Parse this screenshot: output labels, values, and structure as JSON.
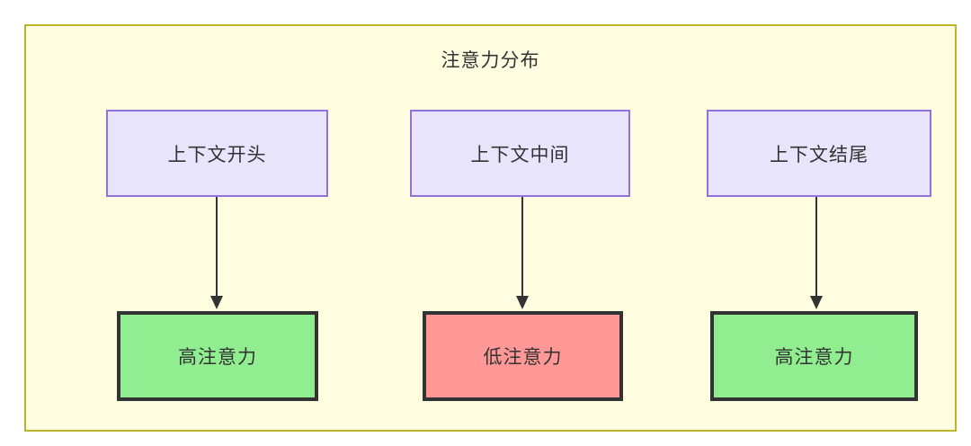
{
  "diagram": {
    "title": "注意力分布",
    "container_fill": "#FFFEE0",
    "container_border": "#BDB429",
    "context_nodes": [
      {
        "id": "ctx-start",
        "label": "上下文开头",
        "fill": "#E7E4FB",
        "border": "#9370DB"
      },
      {
        "id": "ctx-middle",
        "label": "上下文中间",
        "fill": "#E7E4FB",
        "border": "#9370DB"
      },
      {
        "id": "ctx-end",
        "label": "上下文结尾",
        "fill": "#E7E4FB",
        "border": "#9370DB"
      }
    ],
    "attention_nodes": [
      {
        "id": "attn-start",
        "label": "高注意力",
        "fill": "#90EE90",
        "border": "#333333"
      },
      {
        "id": "attn-middle",
        "label": "低注意力",
        "fill": "#FF9896",
        "border": "#333333"
      },
      {
        "id": "attn-end",
        "label": "高注意力",
        "fill": "#90EE90",
        "border": "#333333"
      }
    ],
    "edges": [
      {
        "from": "上下文开头",
        "to": "高注意力",
        "style": "solid-arrow"
      },
      {
        "from": "上下文中间",
        "to": "低注意力",
        "style": "solid-arrow"
      },
      {
        "from": "上下文结尾",
        "to": "高注意力",
        "style": "solid-arrow"
      }
    ]
  }
}
